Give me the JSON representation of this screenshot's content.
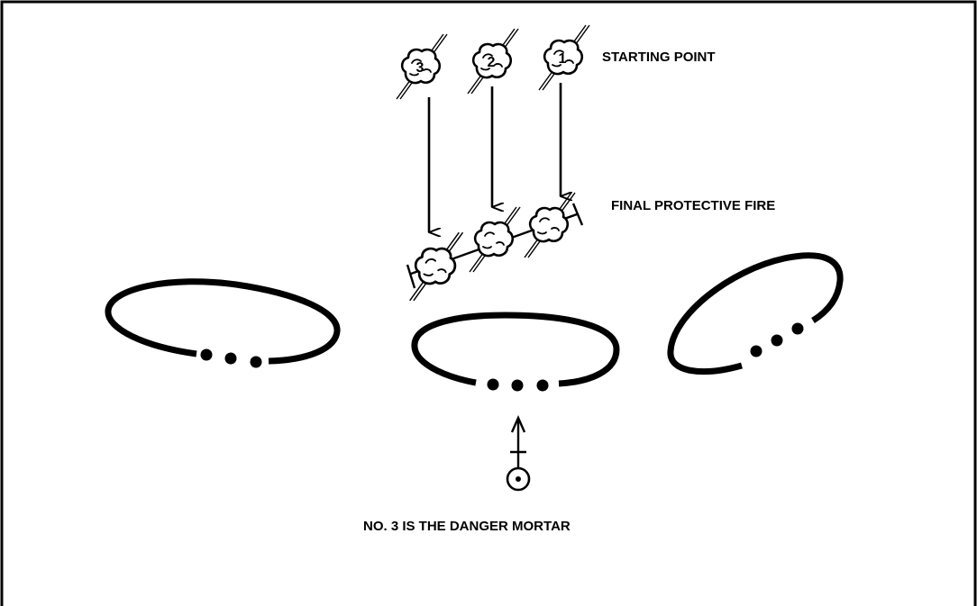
{
  "labels": {
    "starting_point": "STARTING POINT",
    "final_protective_fire": "FINAL PROTECTIVE FIRE",
    "caption": "NO. 3 IS THE DANGER MORTAR"
  },
  "burst_numbers": [
    "3",
    "2",
    "1"
  ],
  "colors": {
    "ink": "#000000",
    "paper": "#ffffff"
  }
}
